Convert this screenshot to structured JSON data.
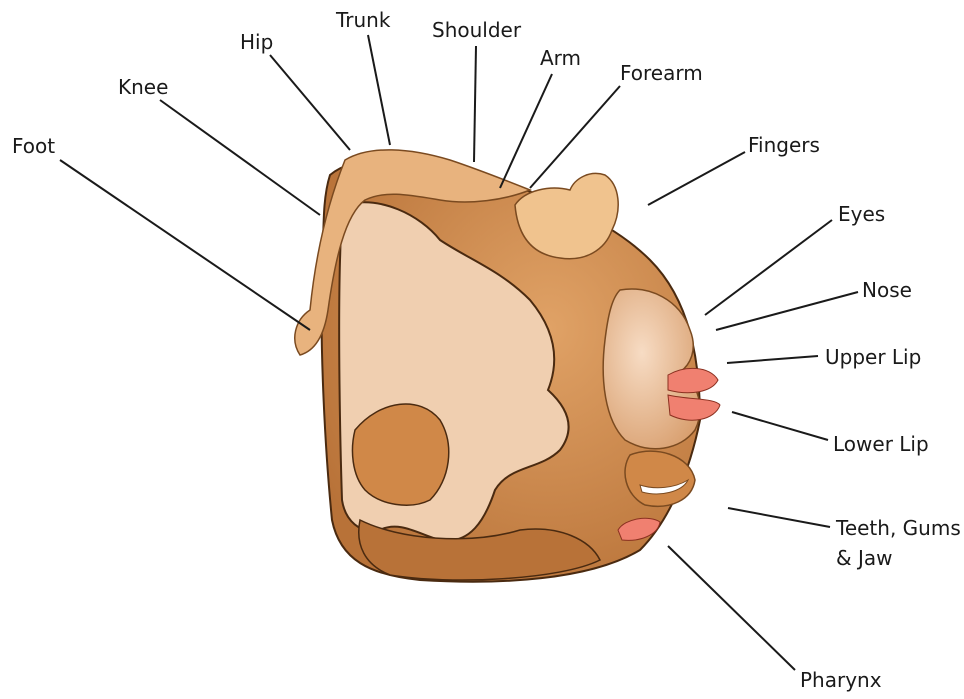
{
  "labels": {
    "foot": "Foot",
    "knee": "Knee",
    "hip": "Hip",
    "trunk": "Trunk",
    "shoulder": "Shoulder",
    "arm": "Arm",
    "forearm": "Forearm",
    "fingers": "Fingers",
    "eyes": "Eyes",
    "nose": "Nose",
    "upper_lip": "Upper Lip",
    "lower_lip": "Lower Lip",
    "teeth_line1": "Teeth, Gums",
    "teeth_line2": "& Jaw",
    "pharynx": "Pharynx"
  },
  "colors": {
    "cortex": "#c98a4b",
    "cortex_dark": "#a86a35",
    "white_matter": "#f0cfb0",
    "homunculus": "#e8b37e",
    "lips": "#f08070",
    "leader_line": "#1a1a1a"
  }
}
